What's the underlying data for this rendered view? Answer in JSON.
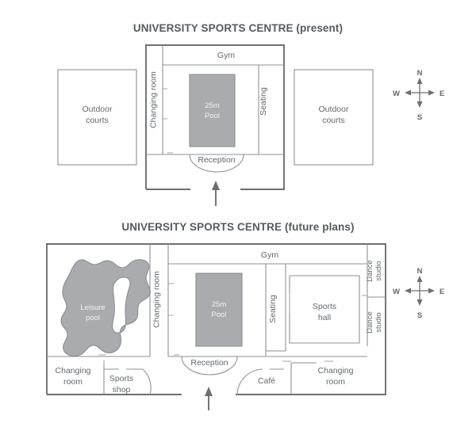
{
  "page": {
    "background": "#ffffff",
    "ink": "#63686b",
    "pool_fill": "#a9abae",
    "wall_color": "#6d6f71"
  },
  "plans": [
    {
      "id": "present",
      "title": "UNIVERSITY SPORTS CENTRE (present)",
      "rooms": {
        "outdoor_courts_west": "Outdoor\ncourts",
        "outdoor_courts_west_line1": "Outdoor",
        "outdoor_courts_west_line2": "courts",
        "outdoor_courts_east_line1": "Outdoor",
        "outdoor_courts_east_line2": "courts",
        "changing_room": "Changing room",
        "gym": "Gym",
        "seating": "Seating",
        "pool_line1": "25m",
        "pool_line2": "Pool",
        "reception": "Reception"
      },
      "compass": {
        "north": "N",
        "east": "E",
        "south": "S",
        "west": "W"
      },
      "entrance_marker": "entrance-arrow"
    },
    {
      "id": "future",
      "title": "UNIVERSITY SPORTS CENTRE (future plans)",
      "rooms": {
        "leisure_pool_line1": "Leisure",
        "leisure_pool_line2": "pool",
        "changing_room_upper": "Changing room",
        "changing_room_lower_west_line1": "Changing",
        "changing_room_lower_west_line2": "room",
        "sports_shop_line1": "Sports",
        "sports_shop_line2": "shop",
        "gym": "Gym",
        "seating": "Seating",
        "pool_line1": "25m",
        "pool_line2": "Pool",
        "reception": "Reception",
        "sports_hall_line1": "Sports",
        "sports_hall_line2": "hall",
        "dance_studio_upper_line1": "Dance",
        "dance_studio_upper_line2": "studio",
        "dance_studio_lower_line1": "Dance",
        "dance_studio_lower_line2": "studio",
        "cafe": "Café",
        "changing_room_lower_east_line1": "Changing",
        "changing_room_lower_east_line2": "room"
      },
      "compass": {
        "north": "N",
        "east": "E",
        "south": "S",
        "west": "W"
      },
      "entrance_marker": "entrance-arrow"
    }
  ]
}
